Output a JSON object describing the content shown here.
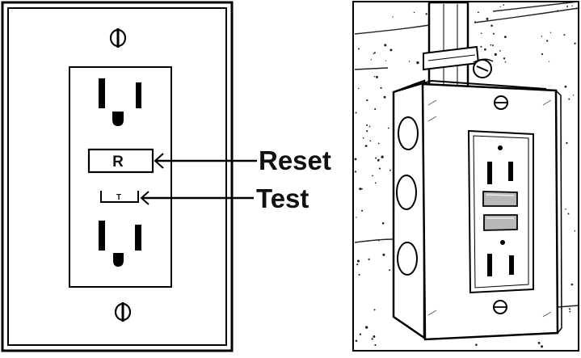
{
  "diagram": {
    "reset_button_letter": "R",
    "test_button_letter": "T",
    "callouts": {
      "reset": "Reset",
      "test": "Test"
    }
  }
}
